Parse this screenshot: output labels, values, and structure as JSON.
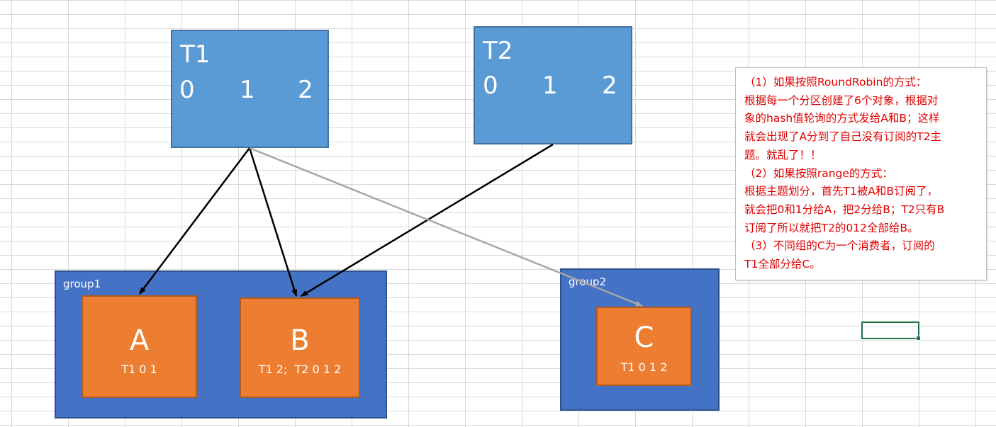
{
  "topics": {
    "t1": {
      "name": "T1",
      "partitions": [
        "0",
        "1",
        "2"
      ]
    },
    "t2": {
      "name": "T2",
      "partitions": [
        "0",
        "1",
        "2"
      ]
    }
  },
  "groups": {
    "group1": {
      "label": "group1",
      "consumers": {
        "a": {
          "name": "A",
          "assignment": "T1 0 1"
        },
        "b": {
          "name": "B",
          "assignment": "T1 2;  T2 0 1 2"
        }
      }
    },
    "group2": {
      "label": "group2",
      "consumers": {
        "c": {
          "name": "C",
          "assignment": "T1 0 1 2"
        }
      }
    }
  },
  "note": {
    "lines": [
      "（1）如果按照RoundRobin的方式：",
      "根据每一个分区创建了6个对象，根据对",
      "象的hash值轮询的方式发给A和B；这样",
      "就会出现了A分到了自己没有订阅的T2主",
      "题。就乱了！！",
      "（2）如果按照range的方式：",
      "根据主题划分，首先T1被A和B订阅了，",
      "就会把0和1分给A，把2分给B；T2只有B",
      "订阅了所以就把T2的012全部给B。",
      "（3）不同组的C为一个消费者，订阅的",
      "T1全部分给C。"
    ]
  },
  "colors": {
    "topic_fill": "#5b9bd5",
    "group_fill": "#4472c4",
    "consumer_fill": "#ed7d31",
    "note_text": "#e00000",
    "arrow_black": "#000000",
    "arrow_gray": "#a6a6a6",
    "selection": "#217346"
  }
}
